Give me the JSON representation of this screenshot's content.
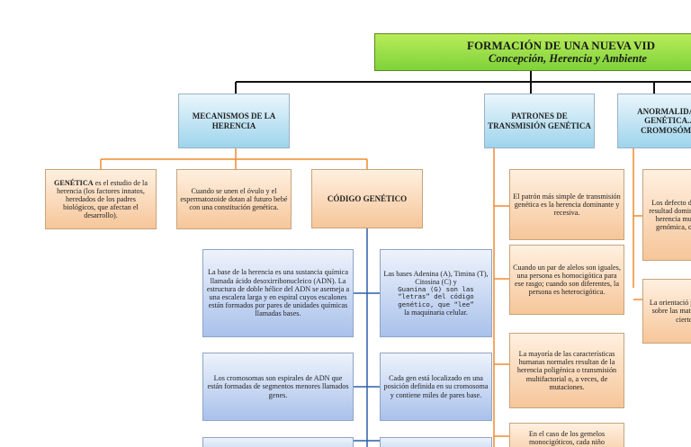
{
  "title": {
    "main": "FORMACIÓN DE UNA NUEVA VID",
    "sub": "Concepción, Herencia y Ambiente"
  },
  "headers": {
    "mecanismos": "MECANISMOS DE LA HERENCIA",
    "patrones": "PATRONES DE TRANSMISIÓN GENÉTICA",
    "anormalidades": "ANORMALIDA... GENÉTICA... CROMOSÓM...",
    "codigo": "CÓDIGO GENÉTICO"
  },
  "mecanismos_children": {
    "genetica_bold": "GENÉTICA",
    "genetica_rest": " es el estudio de la herencia (los factores innatos, heredados de los padres biológicos, que afectan el desarrollo).",
    "ovulo": "Cuando se unen el óvulo y el espermatozoide dotan al futuro bebé con una constitución genética."
  },
  "codigo_left": [
    "La base de la herencia es una sustancia química llamada ácido desoxirribonucleico (ADN). La estructura de doble hélice del ADN se asemeja a una escalera larga y en espiral cuyos escalones están formados por pares de unidades químicas llamadas bases.",
    "Los cromosomas son espirales de ADN que están formadas de segmentos menores llamados genes."
  ],
  "codigo_right": {
    "bases_a": "Las bases Adenina (A), Timina (T), Citosina (C) y",
    "bases_b": "Guanina (G) son las “letras” del código genético, que “lee”",
    "bases_c": "la maquinaria celular.",
    "gen": "Cada gen está localizado en una posición definida en su cromosoma y contiene miles de pares base."
  },
  "patrones_items": [
    "El patrón más simple de transmisión genética es la herencia dominante y recesiva.",
    "Cuando un par de alelos son iguales, una persona es homocigótica para ese rasgo; cuando son diferentes, la persona es heterocigótica.",
    "La mayoría de las características humanas normales resultan de la herencia poligénica o transmisión multifactorial o, a veces, de mutaciones.",
    "En el caso de los gemelos monocigóticos, cada niño"
  ],
  "anormalidades_items": [
    "Los defecto de nacimi resultad dominante o de herencia mutacione genómica, o cromo",
    "La orientació proporcio sobre las matemáticas cierto"
  ]
}
